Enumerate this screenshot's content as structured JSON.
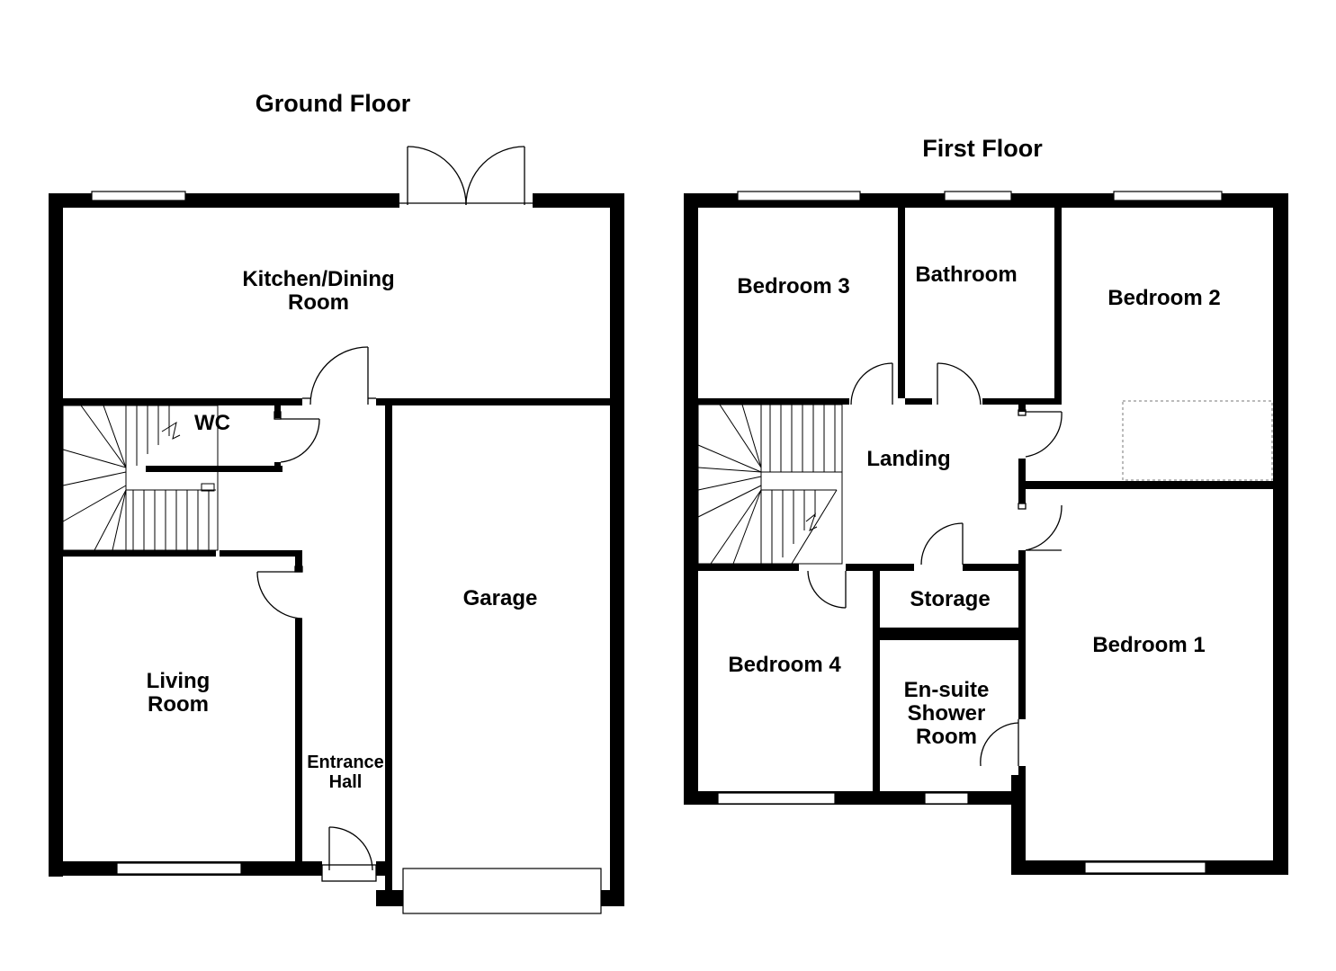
{
  "floors": {
    "ground": {
      "title": "Ground Floor",
      "rooms": {
        "kitchen_line1": "Kitchen/Dining",
        "kitchen_line2": "Room",
        "wc": "WC",
        "garage": "Garage",
        "living_line1": "Living",
        "living_line2": "Room",
        "hall_line1": "Entrance",
        "hall_line2": "Hall"
      }
    },
    "first": {
      "title": "First Floor",
      "rooms": {
        "bedroom3": "Bedroom 3",
        "bathroom": "Bathroom",
        "bedroom2": "Bedroom 2",
        "landing": "Landing",
        "storage": "Storage",
        "bedroom4": "Bedroom 4",
        "bedroom1": "Bedroom 1",
        "ensuite_line1": "En-suite",
        "ensuite_line2": "Shower",
        "ensuite_line3": "Room"
      }
    }
  }
}
